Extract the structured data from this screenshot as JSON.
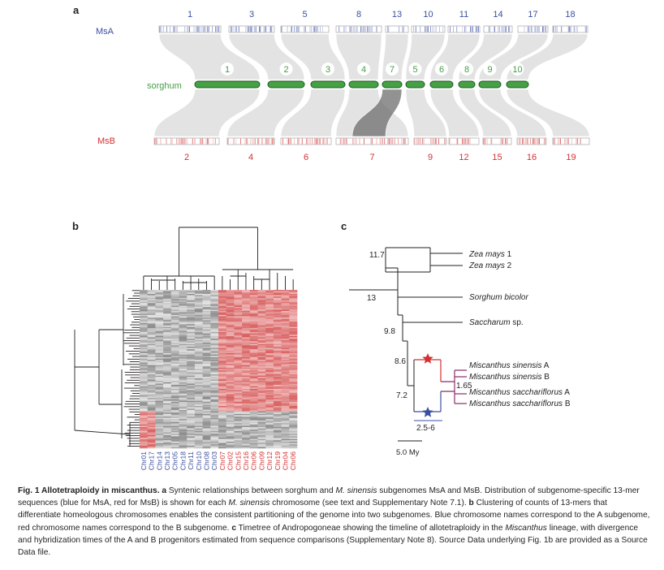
{
  "panel_a": {
    "letter": "a",
    "msa_label": "MsA",
    "sorghum_label": "sorghum",
    "msb_label": "MsB",
    "msa_chromosomes": [
      "1",
      "3",
      "5",
      "8",
      "13",
      "10",
      "11",
      "14",
      "17",
      "18"
    ],
    "sorghum_chromosomes": [
      "1",
      "2",
      "3",
      "4",
      "7",
      "5",
      "6",
      "8",
      "9",
      "10"
    ],
    "msb_chromosomes": [
      "2",
      "4",
      "6",
      "7",
      "9",
      "12",
      "15",
      "16",
      "19"
    ],
    "colors": {
      "msa": "#3b4fa0",
      "sorghum": "#46a046",
      "msb": "#d43030",
      "synteny": "#d9d9d9",
      "synteny_dark": "#6e6e6e"
    }
  },
  "panel_b": {
    "letter": "b",
    "column_labels": [
      "Chr01",
      "Chr17",
      "Chr14",
      "Chr13",
      "Chr05",
      "Chr18",
      "Chr11",
      "Chr10",
      "Chr08",
      "Chr03",
      "Chr07",
      "Chr02",
      "Chr15",
      "Chr16",
      "Chr06",
      "Chr09",
      "Chr12",
      "Chr19",
      "Chr04",
      "Chr06"
    ],
    "column_label_groups": [
      "A",
      "A",
      "A",
      "A",
      "A",
      "A",
      "A",
      "A",
      "A",
      "A",
      "B",
      "B",
      "B",
      "B",
      "B",
      "B",
      "B",
      "B",
      "B",
      "B"
    ]
  },
  "panel_c": {
    "letter": "c",
    "taxa": [
      {
        "name": "Zea mays 1",
        "italic_part": "Zea mays",
        "rest": " 1"
      },
      {
        "name": "Zea mays 2",
        "italic_part": "Zea mays",
        "rest": " 2"
      },
      {
        "name": "Sorghum bicolor",
        "italic_part": "Sorghum bicolor",
        "rest": ""
      },
      {
        "name": "Saccharum sp.",
        "italic_part": "Saccharum",
        "rest": " sp."
      },
      {
        "name": "Miscanthus sinensis A",
        "italic_part": "Miscanthus sinensis",
        "rest": " A"
      },
      {
        "name": "Miscanthus sinensis B",
        "italic_part": "Miscanthus sinensis",
        "rest": " B"
      },
      {
        "name": "Miscanthus sacchariflorus A",
        "italic_part": "Miscanthus sacchariflorus",
        "rest": " A"
      },
      {
        "name": "Miscanthus sacchariflorus B",
        "italic_part": "Miscanthus sacchariflorus",
        "rest": " B"
      }
    ],
    "node_ages": [
      "11.7",
      "13",
      "9.8",
      "8.6",
      "7.2",
      "1.65",
      "2.5-6"
    ],
    "scale_label": "5.0 My",
    "colors": {
      "a_branch": "#d43030",
      "b_branch": "#3b4fa0",
      "merge": "#8b2a6a"
    }
  },
  "caption": {
    "lead": "Fig. 1 Allotetraploidy in miscanthus.",
    "a_letter": "a",
    "a_text_1": "Syntenic relationships between sorghum and",
    "a_italic_1": "M. sinensis",
    "a_text_2": "subgenomes MsA and MsB. Distribution of subgenome-specific 13-mer sequences (blue for MsA, red for MsB) is shown for each",
    "a_italic_2": "M. sinensis",
    "a_text_3": "chromosome (see text and Supplementary Note 7.1).",
    "b_letter": "b",
    "b_text": "Clustering of counts of 13-mers that differentiate homeologous chromosomes enables the consistent partitioning of the genome into two subgenomes. Blue chromosome names correspond to the A subgenome, red chromosome names correspond to the B subgenome.",
    "c_letter": "c",
    "c_text_1": "Timetree of Andropogoneae showing the timeline of allotetraploidy in the",
    "c_italic": "Miscanthus",
    "c_text_2": "lineage, with divergence and hybridization times of the A and B progenitors estimated from sequence comparisons (Supplementary Note 8). Source Data underlying Fig. 1b are provided as a Source Data file."
  }
}
